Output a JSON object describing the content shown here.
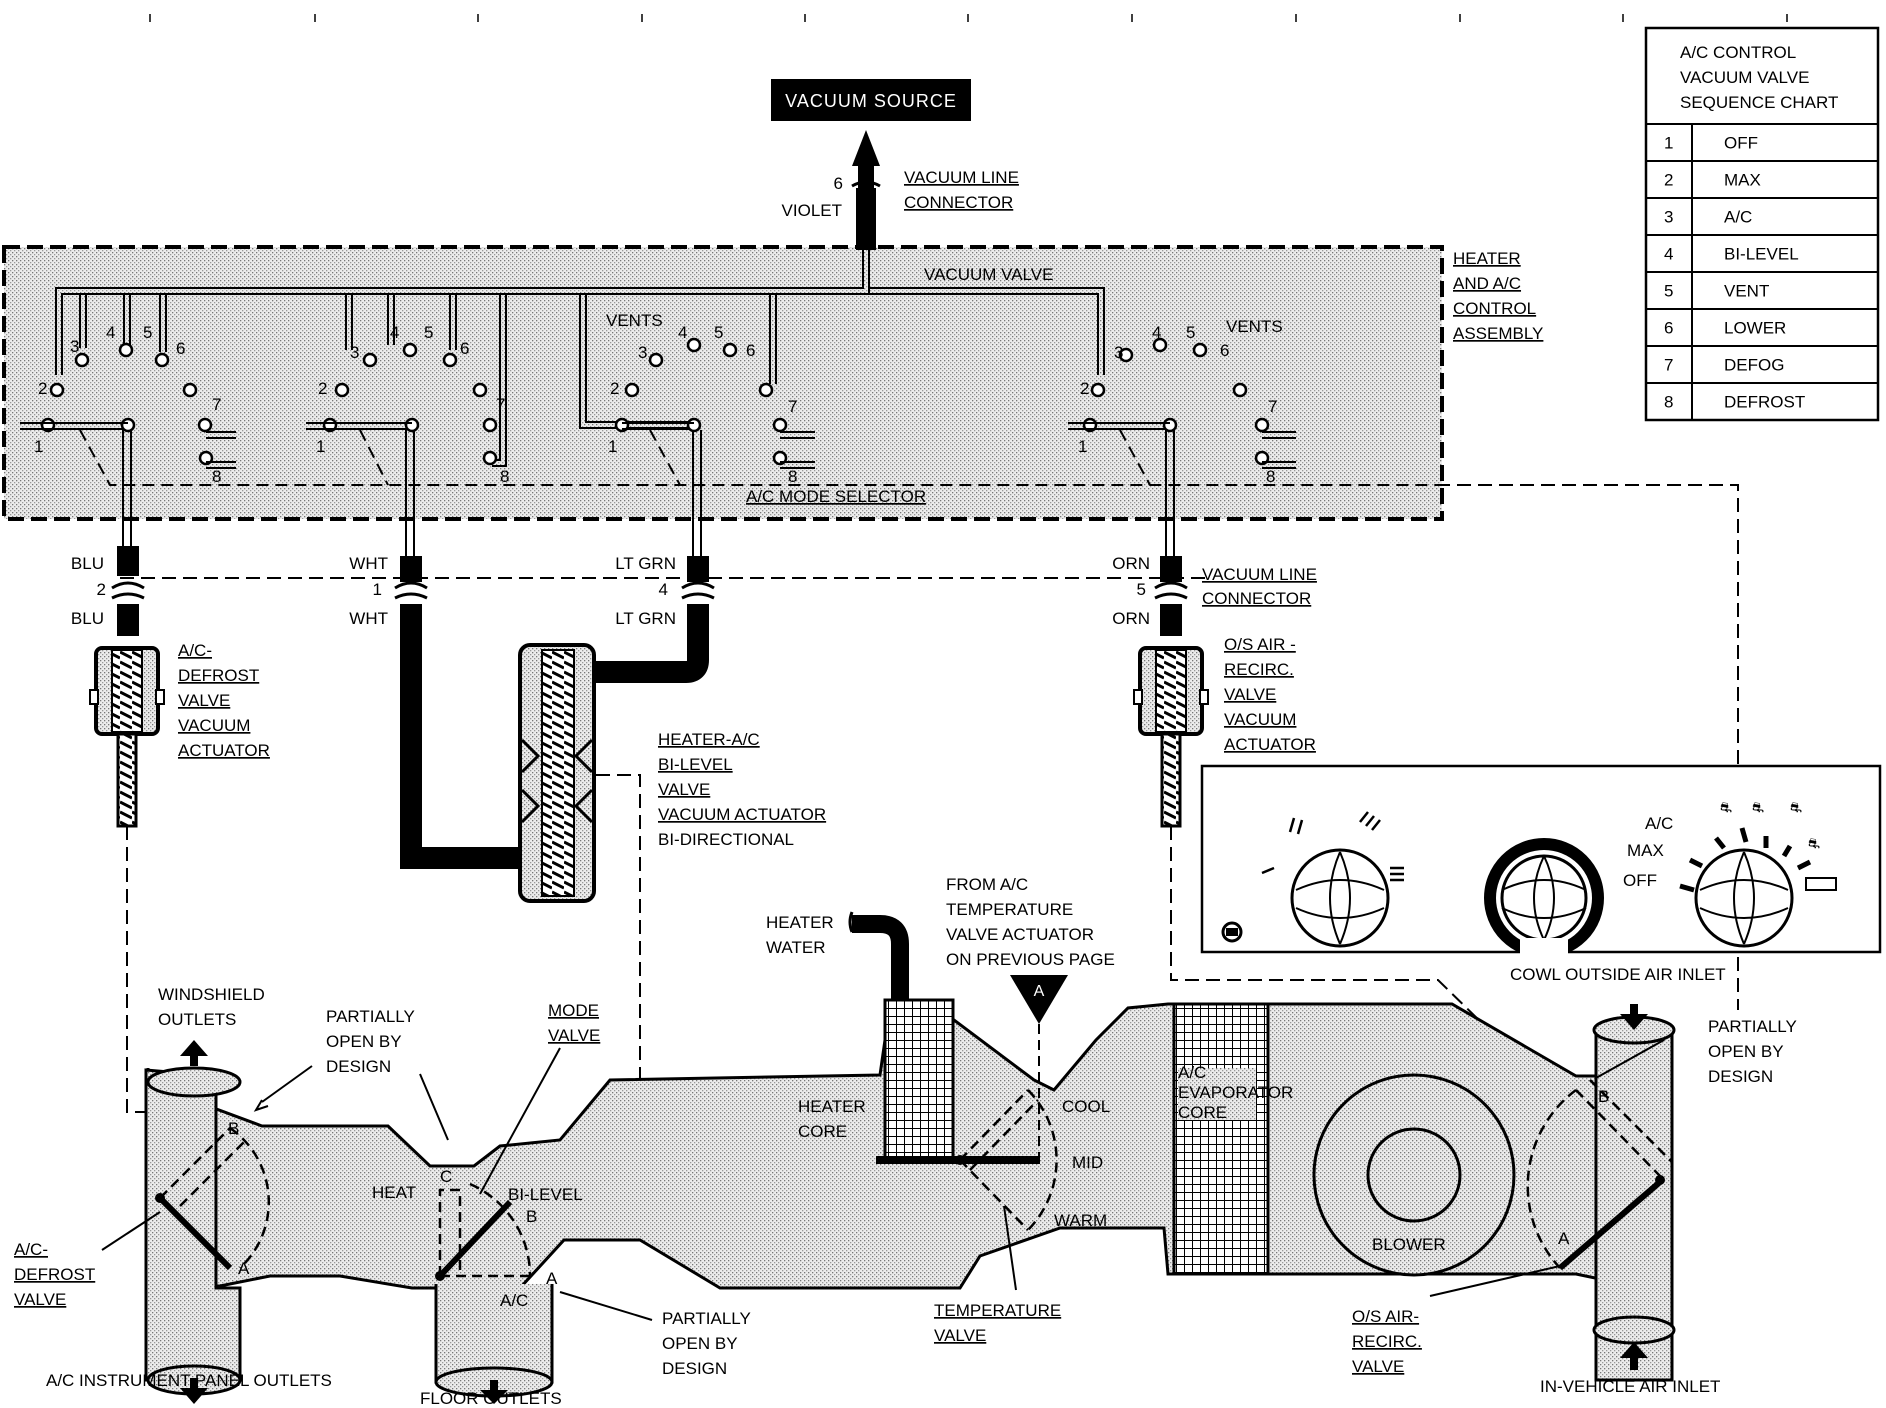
{
  "top": {
    "vacuum_source": "VACUUM SOURCE",
    "top_connector_num": "6",
    "top_connector_color": "VIOLET",
    "top_connector_label": [
      "VACUUM LINE",
      "CONNECTOR"
    ],
    "vacuum_valve": "VACUUM VALVE"
  },
  "control_assembly": {
    "label": [
      "HEATER",
      "AND A/C",
      "CONTROL",
      "ASSEMBLY"
    ],
    "mode_selector": "A/C MODE SELECTOR",
    "vents": "VENTS",
    "positions": [
      "1",
      "2",
      "3",
      "4",
      "5",
      "6",
      "7",
      "8"
    ]
  },
  "connectors": {
    "blu": {
      "color": "BLU",
      "num": "2"
    },
    "wht": {
      "color": "WHT",
      "num": "1"
    },
    "ltgrn": {
      "color": "LT GRN",
      "num": "4"
    },
    "orn": {
      "color": "ORN",
      "num": "5"
    },
    "label": [
      "VACUUM LINE",
      "CONNECTOR"
    ]
  },
  "actuators": {
    "defrost": [
      "A/C-",
      "DEFROST",
      "VALVE",
      "VACUUM",
      "ACTUATOR"
    ],
    "bilevel": [
      "HEATER-A/C",
      "BI-LEVEL",
      "VALVE",
      "VACUUM ACTUATOR",
      "BI-DIRECTIONAL"
    ],
    "recirc": [
      "O/S AIR -",
      "RECIRC.",
      "VALVE",
      "VACUUM",
      "ACTUATOR"
    ]
  },
  "sequence_chart": {
    "title": [
      "A/C CONTROL",
      "VACUUM  VALVE",
      "SEQUENCE CHART"
    ],
    "rows": [
      {
        "num": "1",
        "mode": "OFF"
      },
      {
        "num": "2",
        "mode": "MAX"
      },
      {
        "num": "3",
        "mode": "A/C"
      },
      {
        "num": "4",
        "mode": "BI-LEVEL"
      },
      {
        "num": "5",
        "mode": "VENT"
      },
      {
        "num": "6",
        "mode": "LOWER"
      },
      {
        "num": "7",
        "mode": "DEFOG"
      },
      {
        "num": "8",
        "mode": "DEFROST"
      }
    ]
  },
  "panel": {
    "ac": "A/C",
    "max": "MAX",
    "off": "OFF"
  },
  "duct": {
    "windshield_outlets": [
      "WINDSHIELD",
      "OUTLETS"
    ],
    "partially_open_1": [
      "PARTIALLY",
      "OPEN BY",
      "DESIGN"
    ],
    "mode_valve": [
      "MODE",
      "VALVE"
    ],
    "heater_water": [
      "HEATER",
      "WATER"
    ],
    "from_ac": [
      "FROM A/C",
      "TEMPERATURE",
      "VALVE ACTUATOR",
      "ON PREVIOUS PAGE"
    ],
    "marker_a": "A",
    "cowl_inlet": "COWL OUTSIDE AIR INLET",
    "partially_open_right": [
      "PARTIALLY",
      "OPEN BY",
      "DESIGN"
    ],
    "heater_core": [
      "HEATER",
      "CORE"
    ],
    "cool": "COOL",
    "mid": "MID",
    "warm": "WARM",
    "evap_core": [
      "A/C",
      "EVAPORATOR",
      "CORE"
    ],
    "blower": "BLOWER",
    "heat": "HEAT",
    "bilevel": "BI-LEVEL",
    "ac_small": "A/C",
    "pos_a": "A",
    "pos_b": "B",
    "pos_c": "C",
    "ac_defrost_valve": [
      "A/C-",
      "DEFROST",
      "VALVE"
    ],
    "ac_ip_outlets": "A/C INSTRUMENT PANEL OUTLETS",
    "floor_outlets": "FLOOR OUTLETS",
    "partially_open_bottom": [
      "PARTIALLY",
      "OPEN BY",
      "DESIGN"
    ],
    "temp_valve": [
      "TEMPERATURE",
      "VALVE"
    ],
    "os_air_recirc_valve": [
      "O/S AIR-",
      "RECIRC.",
      "VALVE"
    ],
    "in_vehicle_inlet": "IN-VEHICLE AIR INLET"
  }
}
